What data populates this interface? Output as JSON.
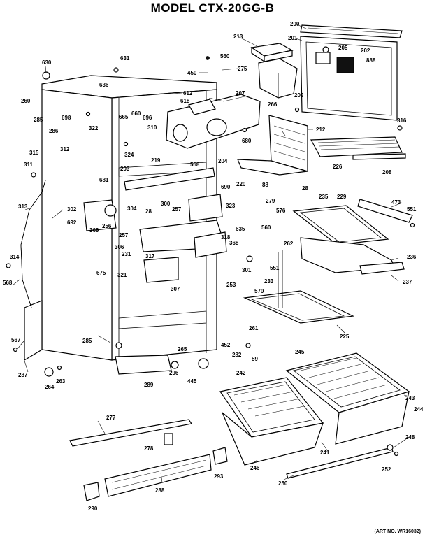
{
  "header": {
    "title": "MODEL CTX-20GG-B"
  },
  "footer": {
    "art_no": "(ART NO. WR16032)"
  },
  "callouts": {
    "c200": "200",
    "c201": "201",
    "c205": "205",
    "c202": "202",
    "c888": "888",
    "c213": "213",
    "c560a": "560",
    "c275": "275",
    "c450": "450",
    "c630": "630",
    "c631": "631",
    "c612": "612",
    "c618": "618",
    "c207": "207",
    "c266": "266",
    "c209": "209",
    "c260": "260",
    "c698": "698",
    "c665": "665",
    "c660": "660",
    "c310": "310",
    "c322": "322",
    "c285a": "285",
    "c286": "286",
    "c324": "324",
    "c680": "680",
    "c212": "212",
    "c315": "315",
    "c312": "312",
    "c311": "311",
    "c219": "219",
    "c203": "203",
    "c568a": "568",
    "c204": "204",
    "c220": "220",
    "c226": "226",
    "c208": "208",
    "c681": "681",
    "c690": "690",
    "c88": "88",
    "c28": "28",
    "c235": "235",
    "c229": "229",
    "c473": "473",
    "c551a": "551",
    "c302": "302",
    "c304": "304",
    "c300": "300",
    "c257a": "257",
    "c323": "323",
    "c279": "279",
    "c576": "576",
    "c313": "313",
    "c692": "692",
    "c369": "369",
    "c256": "256",
    "c257b": "257",
    "c635": "635",
    "c560b": "560",
    "c306": "306",
    "c231": "231",
    "c318": "318",
    "c368": "368",
    "c262": "262",
    "c236": "236",
    "c314": "314",
    "c317": "317",
    "c301": "301",
    "c551b": "551",
    "c237": "237",
    "c675": "675",
    "c321": "321",
    "c307": "307",
    "c253": "253",
    "c570": "570",
    "c233": "233",
    "c568b": "568",
    "c225": "225",
    "c261": "261",
    "c285b": "285",
    "c452": "452",
    "c282": "282",
    "c567": "567",
    "c265": "265",
    "c59": "59",
    "c287": "287",
    "c264": "264",
    "c263": "263",
    "c289": "289",
    "c296": "296",
    "c445": "445",
    "c242": "242",
    "c245": "245",
    "c243": "243",
    "c244": "244",
    "c277": "277",
    "c278": "278",
    "c248": "248",
    "c252": "252",
    "c241": "241",
    "c246": "246",
    "c293": "293",
    "c250": "250",
    "c288": "288",
    "c290": "290",
    "c636": "636",
    "c696": "696",
    "c316": "316"
  }
}
